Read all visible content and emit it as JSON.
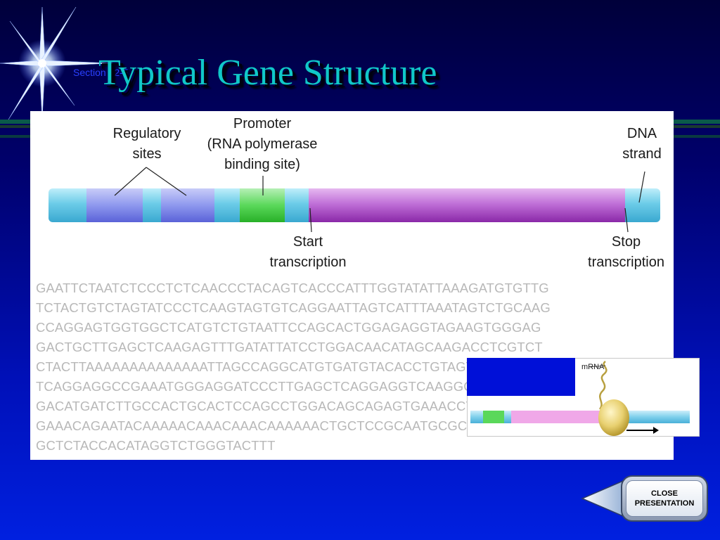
{
  "slide": {
    "title": "Typical Gene Structure",
    "section_label": "Section 12-5"
  },
  "diagram": {
    "labels": {
      "regulatory_sites": "Regulatory\nsites",
      "promoter": "Promoter\n(RNA polymerase\nbinding site)",
      "dna_strand": "DNA\nstrand",
      "start_transcription": "Start\ntranscription",
      "stop_transcription": "Stop\ntranscription"
    },
    "sequence_lines": [
      "GAATTCTAATCTCCCTCTCAACCCTACAGTCACCCATTTGGTATATTAAAGATGTGTTG",
      "TCTACTGTCTAGTATCCCTCAAGTAGTGTCAGGAATTAGTCATTTAAATAGTCTGCAAG",
      "CCAGGAGTGGTGGCTCATGTCTGTAATTCCAGCACTGGAGAGGTAGAAGTGGGAG",
      "GACTGCTTGAGCTCAAGAGTTTGATATTATCCTGGACAACATAGCAAGACCTCGTCT",
      "CTACTTAAAAAAAAAAAAAATTAGCCAGGCATGTGATGTACACCTGTAGTC",
      "TCAGGAGGCCGAAATGGGAGGATCCCTTGAGCTCAGGAGGTCAAGGCTGC",
      "GACATGATCTTGCCACTGCACTCCAGCCTGGACAGCAGAGTGAAACCT",
      "GAAACAGAATACAAAAACAAACAAACAAAAAACTGCTCCGCAATGCGCTT",
      "GCTCTACCACATAGGTCTGGGTACTTT"
    ],
    "inset_label": "mRNA"
  },
  "close_button": {
    "line1": "CLOSE",
    "line2": "PRESENTATION"
  },
  "colors": {
    "title": "#10c8c8",
    "dna_blue": "#7fd4ec",
    "regulatory": "#8f9af0",
    "promoter": "#58d858",
    "gene": "#c070d8"
  }
}
